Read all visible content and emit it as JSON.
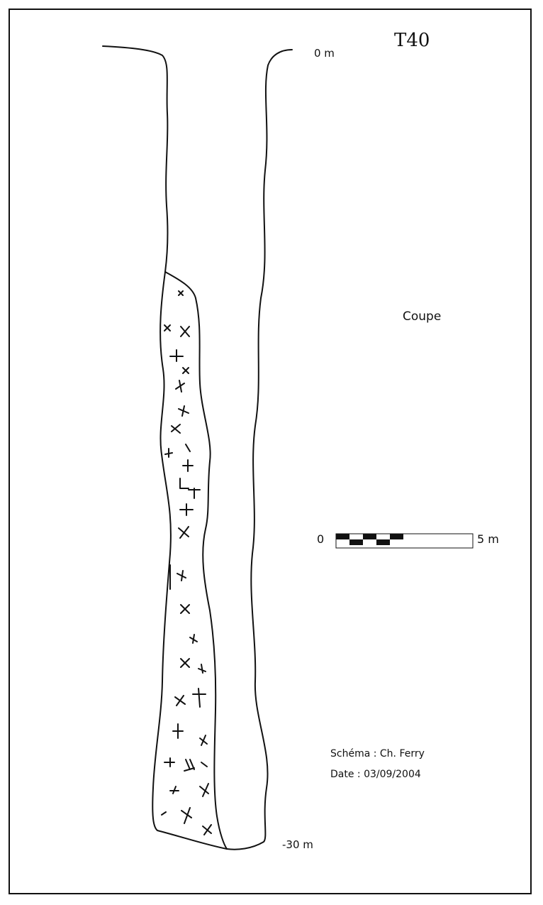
{
  "title": "T40",
  "view_label": "Coupe",
  "depth_labels": {
    "top": "0 m",
    "bottom": "-30 m"
  },
  "scale_bar": {
    "min_label": "0",
    "max_label": "5 m"
  },
  "credits": {
    "author": "Schéma : Ch. Ferry",
    "date": "Date : 03/09/2004"
  },
  "colors": {
    "ink": "#111111",
    "background": "#ffffff"
  }
}
